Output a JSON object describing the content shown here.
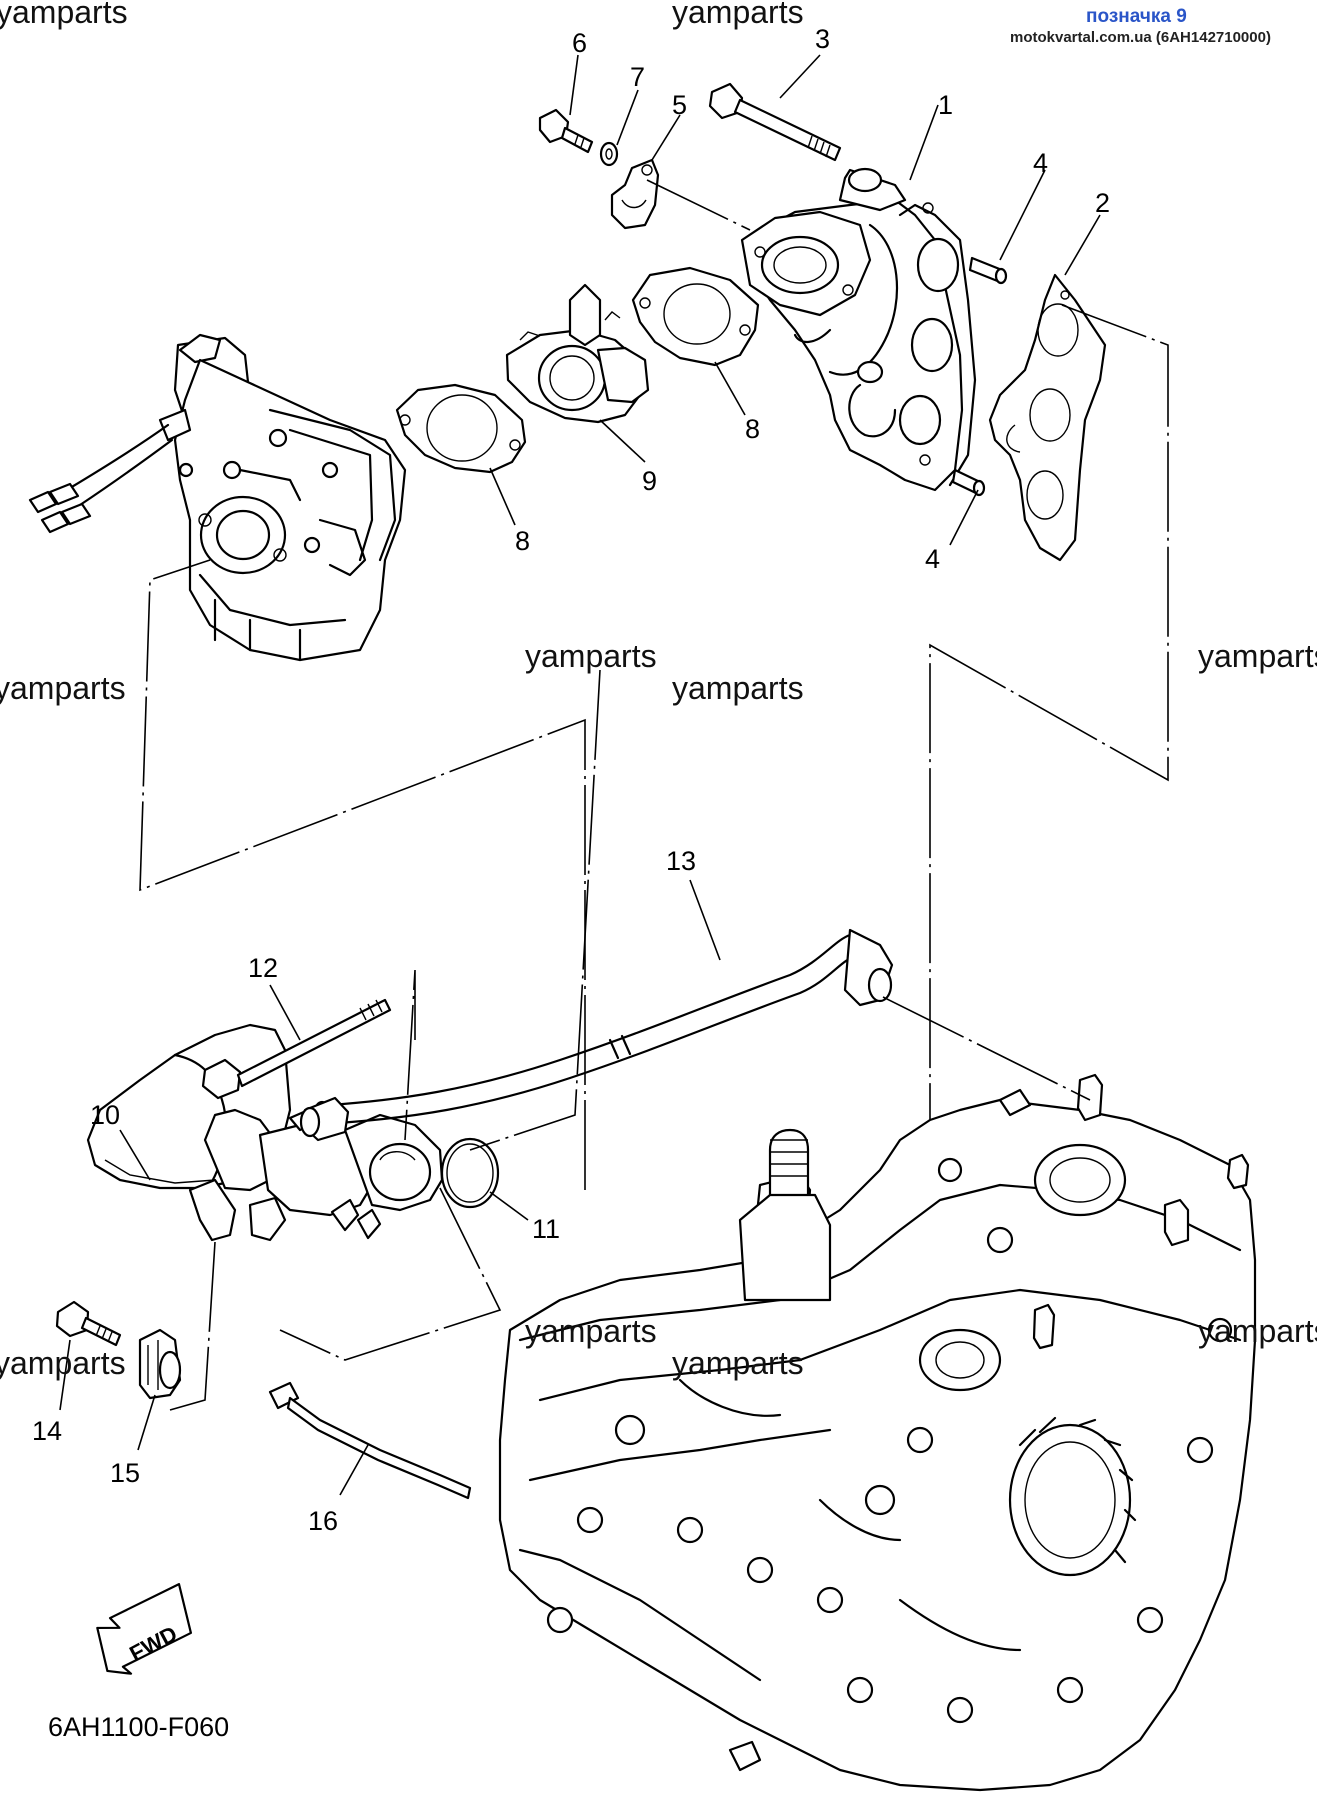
{
  "header": {
    "title": "позначка 9",
    "source": "motokvartal.com.ua (6AH142710000)"
  },
  "watermark": "yamparts",
  "callouts": [
    "1",
    "2",
    "3",
    "4",
    "4",
    "5",
    "6",
    "7",
    "8",
    "8",
    "9",
    "10",
    "11",
    "12",
    "13",
    "14",
    "15",
    "16"
  ],
  "fwd_label": "FWD",
  "drawing_code": "6AH1100-F060",
  "colors": {
    "header_title": "#2a55c8",
    "line": "#000000"
  }
}
